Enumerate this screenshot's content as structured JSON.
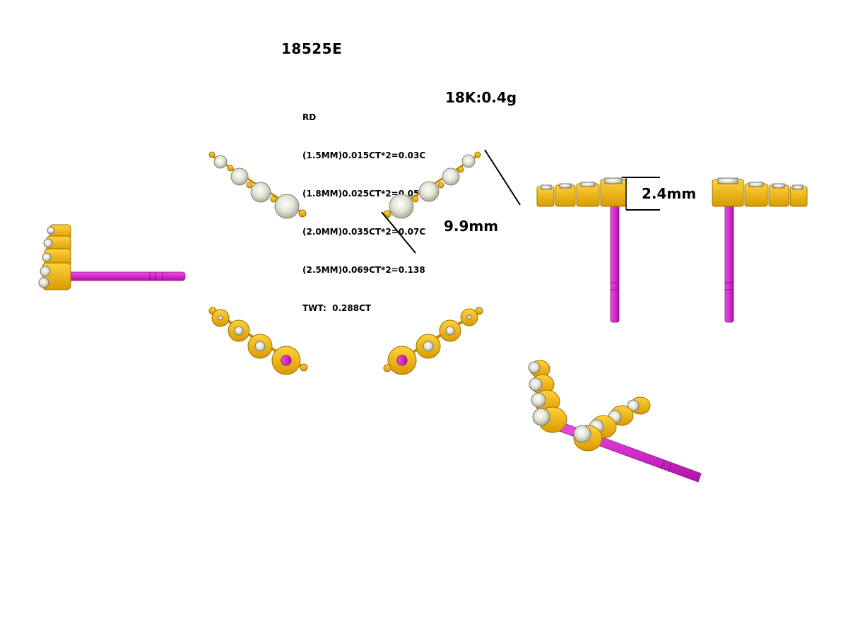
{
  "model_number": "18525E",
  "stone_spec": {
    "heading": "RD",
    "lines": [
      "(1.5MM)0.015CT*2=0.03C",
      "(1.8MM)0.025CT*2=0.05C",
      "(2.0MM)0.035CT*2=0.07C",
      "(2.5MM)0.069CT*2=0.138",
      "TWT:  0.288CT"
    ]
  },
  "metal_weight": "18K:0.4g",
  "dimensions": {
    "height": "2.4mm",
    "length": "9.9mm"
  },
  "colors": {
    "gold": "#F2B613",
    "gold_dark": "#B98700",
    "post": "#E01FD6",
    "post_dark": "#9E0C96",
    "diamond": "#E8E8DC",
    "diamond_dark": "#9C9C8E"
  }
}
